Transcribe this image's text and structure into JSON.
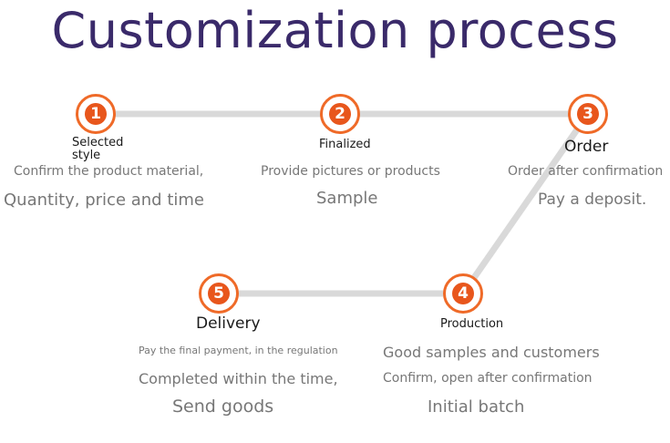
{
  "title": "Customization process",
  "colors": {
    "title": "#3a2a6a",
    "accent": "#ef6a28",
    "line": "#d9d9d9"
  },
  "steps": [
    {
      "number": "1",
      "name": "Selected style",
      "lines": [
        "Confirm the product material,",
        "Quantity, price and time"
      ]
    },
    {
      "number": "2",
      "name": "Finalized",
      "lines": [
        "Provide pictures or products",
        "Sample"
      ]
    },
    {
      "number": "3",
      "name": "Order",
      "lines": [
        "Order after confirmation",
        "Pay a deposit."
      ]
    },
    {
      "number": "4",
      "name": "Production",
      "lines": [
        "Good samples and customers",
        "Confirm, open after confirmation",
        "Initial batch"
      ]
    },
    {
      "number": "5",
      "name": "Delivery",
      "lines": [
        "Pay the final payment, in the regulation",
        "Completed within the time,",
        "Send goods"
      ]
    }
  ]
}
